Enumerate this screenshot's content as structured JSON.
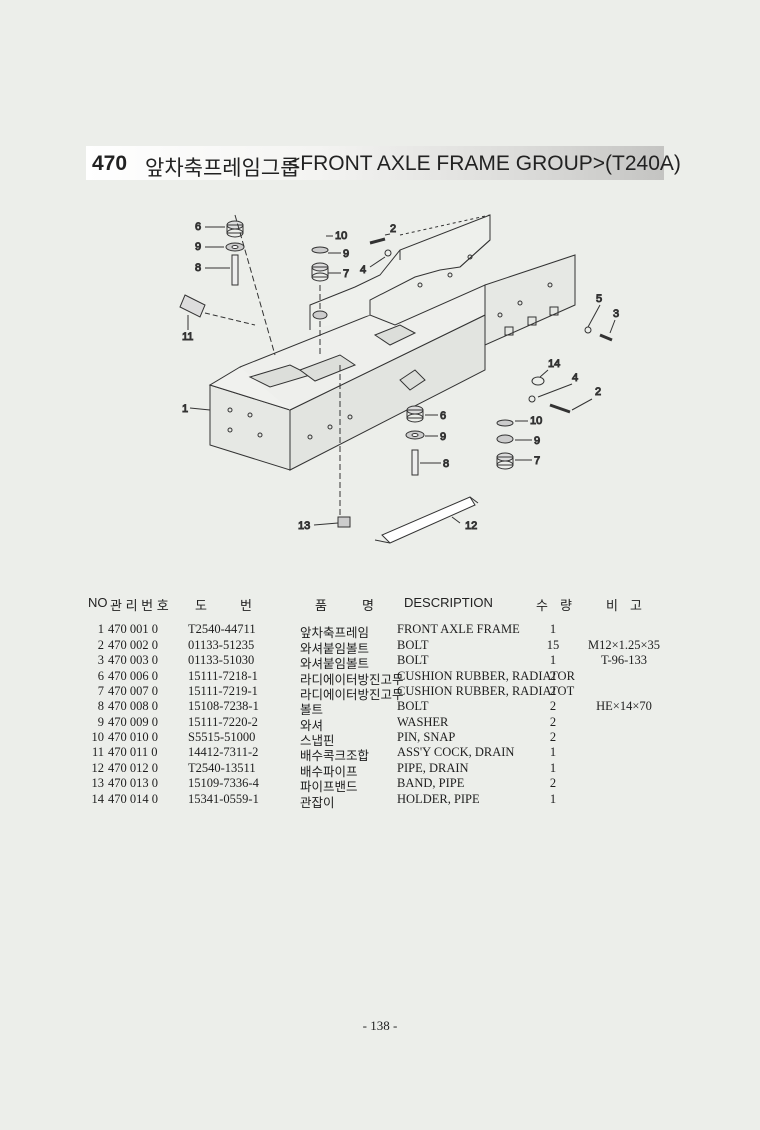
{
  "section": {
    "number": "470",
    "title_ko": "앞차축프레임그룹",
    "title_en": "<FRONT AXLE FRAME GROUP>(T240A)"
  },
  "table": {
    "headers": {
      "no": "NO",
      "mgmt_no": "관 리 번 호",
      "drawing_no_1": "도",
      "drawing_no_2": "번",
      "name_1": "품",
      "name_2": "명",
      "description": "DESCRIPTION",
      "qty_1": "수",
      "qty_2": "량",
      "note_1": "비",
      "note_2": "고"
    },
    "rows": [
      {
        "no": "1",
        "group": "470 001 0",
        "part_no": "T2540-44711",
        "name_ko": "앞차축프레임",
        "desc": "FRONT AXLE FRAME",
        "qty": "1",
        "note": ""
      },
      {
        "no": "2",
        "group": "470 002 0",
        "part_no": "01133-51235",
        "name_ko": "와셔붙임볼트",
        "desc": "BOLT",
        "qty": "15",
        "note": "M12×1.25×35"
      },
      {
        "no": "3",
        "group": "470 003 0",
        "part_no": "01133-51030",
        "name_ko": "와셔붙임볼트",
        "desc": "BOLT",
        "qty": "1",
        "note": "T-96-133"
      },
      {
        "no": "6",
        "group": "470 006 0",
        "part_no": "15111-7218-1",
        "name_ko": "라디에이터방진고무",
        "desc": "CUSHION RUBBER, RADIATOR",
        "qty": "2",
        "note": ""
      },
      {
        "no": "7",
        "group": "470 007 0",
        "part_no": "15111-7219-1",
        "name_ko": "라디에이터방진고무",
        "desc": "CUSHION RUBBER, RADIATOT",
        "qty": "2",
        "note": ""
      },
      {
        "no": "8",
        "group": "470 008 0",
        "part_no": "15108-7238-1",
        "name_ko": "볼트",
        "desc": "BOLT",
        "qty": "2",
        "note": "HE×14×70"
      },
      {
        "no": "9",
        "group": "470 009 0",
        "part_no": "15111-7220-2",
        "name_ko": "와셔",
        "desc": "WASHER",
        "qty": "2",
        "note": ""
      },
      {
        "no": "10",
        "group": "470 010 0",
        "part_no": "S5515-51000",
        "name_ko": "스냅핀",
        "desc": "PIN, SNAP",
        "qty": "2",
        "note": ""
      },
      {
        "no": "11",
        "group": "470 011 0",
        "part_no": "14412-7311-2",
        "name_ko": "배수콕크조합",
        "desc": "ASS'Y COCK, DRAIN",
        "qty": "1",
        "note": ""
      },
      {
        "no": "12",
        "group": "470 012 0",
        "part_no": "T2540-13511",
        "name_ko": "배수파이프",
        "desc": "PIPE, DRAIN",
        "qty": "1",
        "note": ""
      },
      {
        "no": "13",
        "group": "470 013 0",
        "part_no": "15109-7336-4",
        "name_ko": "파이프밴드",
        "desc": "BAND, PIPE",
        "qty": "2",
        "note": ""
      },
      {
        "no": "14",
        "group": "470 014 0",
        "part_no": "15341-0559-1",
        "name_ko": "관잡이",
        "desc": "HOLDER, PIPE",
        "qty": "1",
        "note": ""
      }
    ]
  },
  "diagram": {
    "callouts": [
      "1",
      "2",
      "2",
      "3",
      "4",
      "4",
      "5",
      "6",
      "6",
      "7",
      "7",
      "8",
      "8",
      "9",
      "9",
      "9",
      "9",
      "10",
      "10",
      "11",
      "12",
      "13",
      "14"
    ]
  },
  "page": {
    "number": "- 138 -"
  }
}
